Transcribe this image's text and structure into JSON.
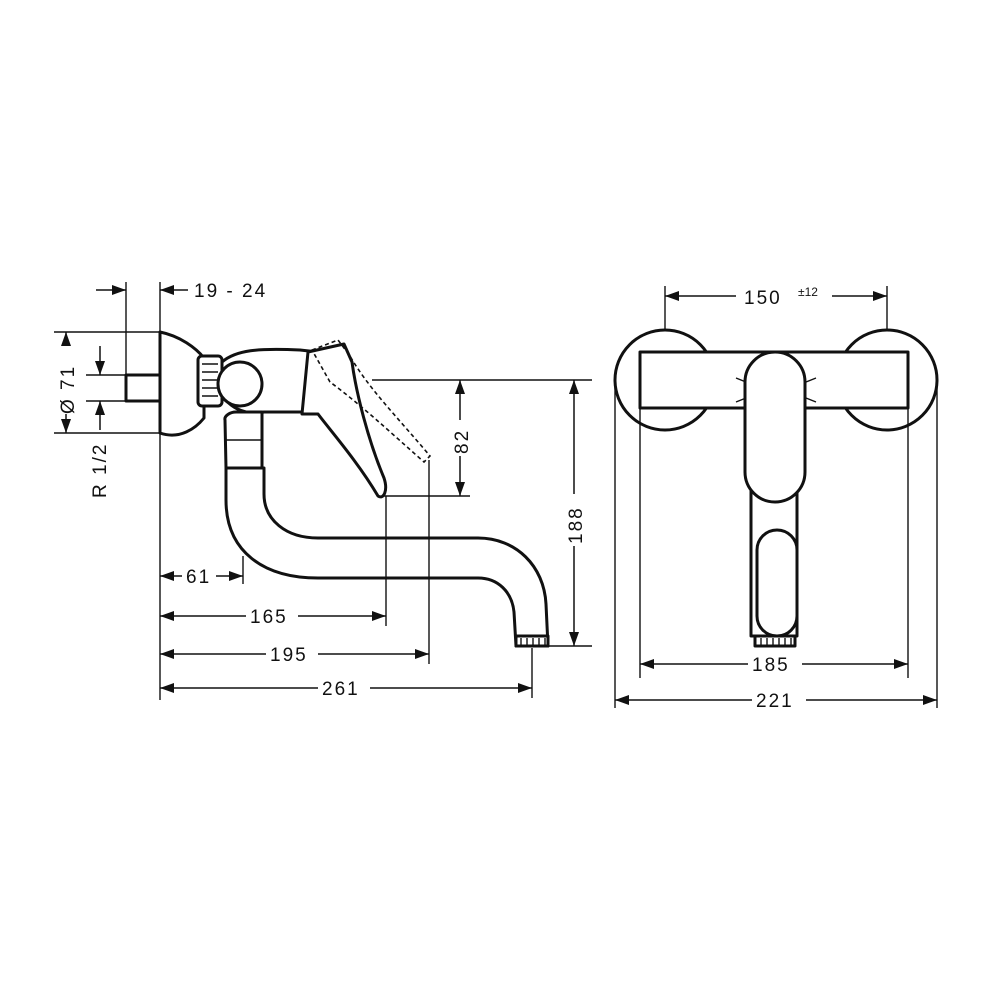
{
  "dimensions": {
    "side_view": {
      "wall_gap": "19 - 24",
      "rosette_diameter": "Ø 71",
      "thread": "R 1/2",
      "lever_height": "82",
      "total_height": "188",
      "spout_joint_offset": "61",
      "lever_reach": "165",
      "lever_open_reach": "195",
      "spout_reach": "261"
    },
    "front_view": {
      "connection_spacing": "150",
      "connection_tolerance": "±12",
      "body_width": "185",
      "rosette_span": "221"
    }
  },
  "colors": {
    "line": "#111111",
    "background": "#ffffff"
  }
}
